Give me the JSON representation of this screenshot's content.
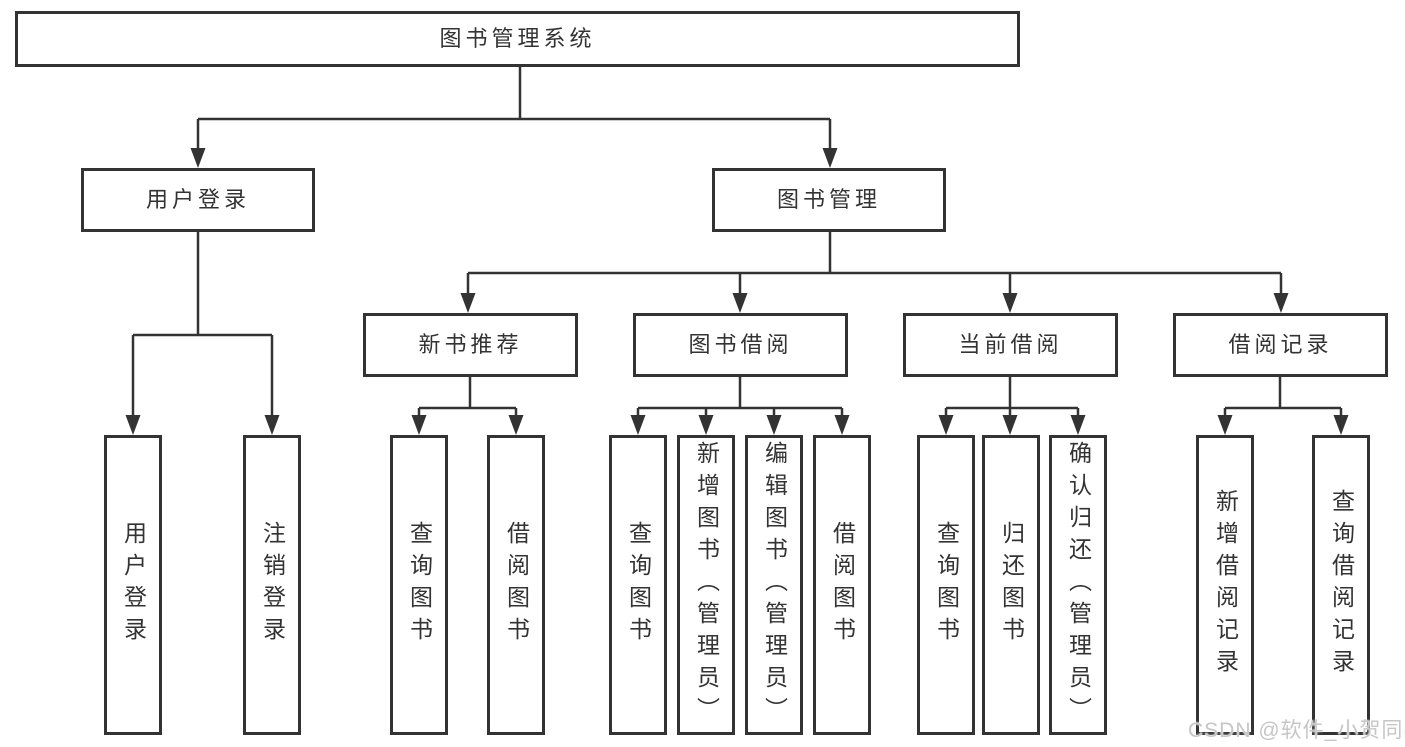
{
  "tree": {
    "root": "图书管理系统",
    "branches": [
      {
        "label": "用户登录",
        "children": [
          "用户登录",
          "注销登录"
        ]
      },
      {
        "label": "图书管理",
        "children": [
          {
            "label": "新书推荐",
            "children": [
              "查询图书",
              "借阅图书"
            ]
          },
          {
            "label": "图书借阅",
            "children": [
              "查询图书",
              "新增图书（管理员）",
              "编辑图书（管理员）",
              "借阅图书"
            ]
          },
          {
            "label": "当前借阅",
            "children": [
              "查询图书",
              "归还图书",
              "确认归还（管理员）"
            ]
          },
          {
            "label": "借阅记录",
            "children": [
              "新增借阅记录",
              "查询借阅记录"
            ]
          }
        ]
      }
    ]
  },
  "watermark": "CSDN @软件_小贺同学",
  "colors": {
    "line": "#333333",
    "text": "#333333",
    "background": "#ffffff",
    "watermark": "#c6c6c6"
  }
}
